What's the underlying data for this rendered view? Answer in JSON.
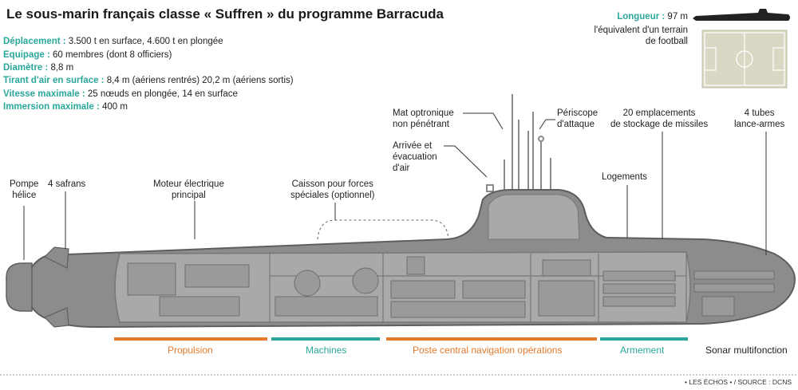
{
  "title": "Le sous-marin français classe « Suffren » du programme Barracuda",
  "specs": [
    {
      "key": "Déplacement :",
      "value": " 3.500 t en surface, 4.600 t en plongée"
    },
    {
      "key": "Equipage :",
      "value": " 60 membres (dont 8 officiers)"
    },
    {
      "key": "Diamètre :",
      "value": " 8,8 m"
    },
    {
      "key": "Tirant d'air en surface :",
      "value": " 8,4 m (aériens rentrés) 20,2 m (aériens sortis)"
    },
    {
      "key": "Vitesse maximale :",
      "value": " 25 nœuds en plongée, 14 en surface"
    },
    {
      "key": "Immersion maximale :",
      "value": " 400 m"
    }
  ],
  "length": {
    "key": "Longueur :",
    "value": " 97 m",
    "equiv_line1": "l'équivalent d'un terrain",
    "equiv_line2": "de football"
  },
  "labels": {
    "pompe": [
      "Pompe",
      "hélice"
    ],
    "safrans": "4 safrans",
    "moteur": [
      "Moteur électrique",
      "principal"
    ],
    "caisson": [
      "Caisson pour forces",
      "spéciales (optionnel)"
    ],
    "mat": [
      "Mat optronique",
      "non pénétrant"
    ],
    "arrivee": [
      "Arrivée et",
      "évacuation",
      "d'air"
    ],
    "periscope": [
      "Périscope",
      "d'attaque"
    ],
    "missiles": [
      "20 emplacements",
      "de stockage de missiles"
    ],
    "tubes": [
      "4 tubes",
      "lance-armes"
    ],
    "logements": "Logements",
    "sonar": "Sonar multifonction"
  },
  "sections": {
    "propulsion": "Propulsion",
    "machines": "Machines",
    "poste": "Poste central navigation opérations",
    "armement": "Armement"
  },
  "colors": {
    "orange": "#e47a2b",
    "teal": "#2aa79b",
    "hull": "#8a8a8a",
    "hull_dark": "#5e5e5e",
    "field": "#d9d8c4"
  },
  "source": "• LES ÉCHOS • / SOURCE : DCNS"
}
